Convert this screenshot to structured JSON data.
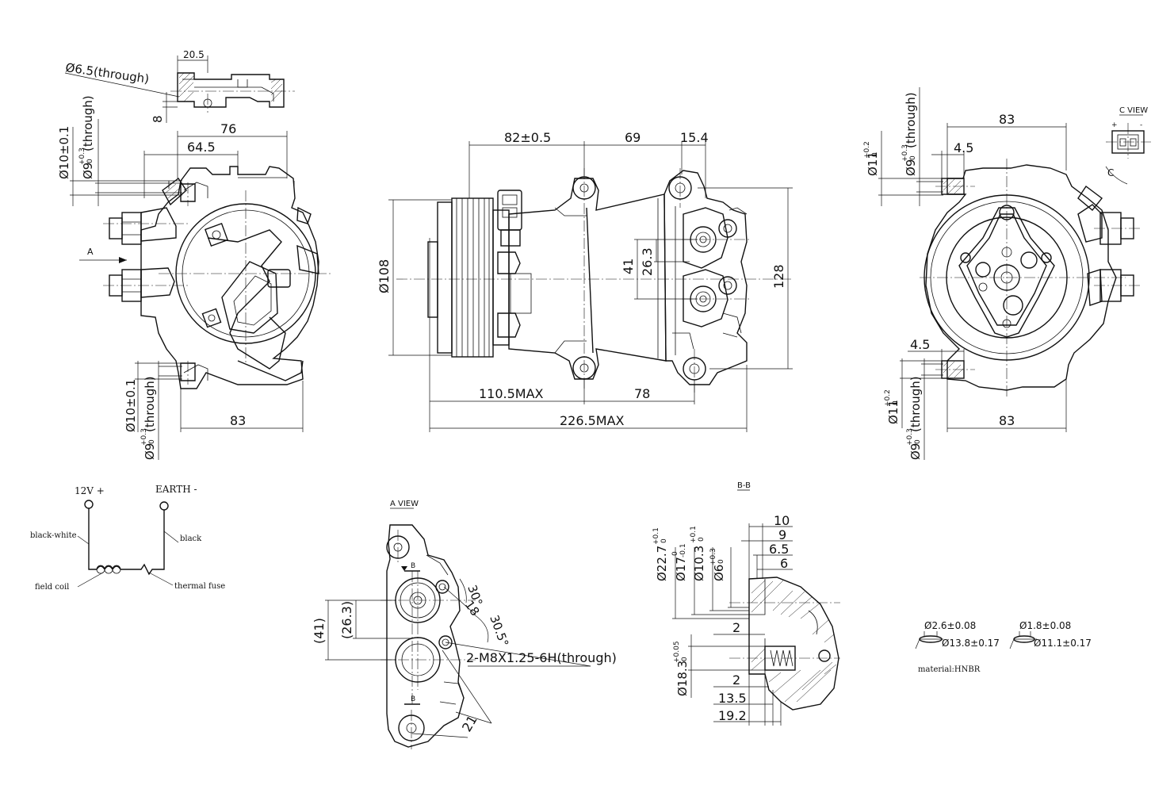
{
  "sheet": {
    "left_view": {
      "through_hole_top": "Ø6.5(through)",
      "width_20_5": "20.5",
      "height_8": "8",
      "width_76": "76",
      "width_64_5": "64.5",
      "width_83": "83",
      "dia10_top": "Ø10±0.1",
      "dia9_top": "Ø9",
      "dia9_top_tol": "+0.3",
      "dia9_top_tol0": "0",
      "dia9_top_suffix": "(through)",
      "dia10_bottom": "Ø10±0.1",
      "dia9_bottom": "Ø9",
      "dia9_bottom_tol": "+0.3",
      "dia9_bottom_tol0": "0",
      "dia9_bottom_suffix": "(through)",
      "arrow_label": "A"
    },
    "center_view": {
      "dim_82": "82±0.5",
      "dim_69": "69",
      "dim_15_4": "15.4",
      "dim_dia108": "Ø108",
      "dim_41": "41",
      "dim_26_3": "26.3",
      "dim_128": "128",
      "dim_110_5": "110.5MAX",
      "dim_78": "78",
      "dim_226_5": "226.5MAX"
    },
    "right_view": {
      "dim_83_top": "83",
      "dim_4_5_top": "4.5",
      "dim_4_5_bottom": "4.5",
      "dim_83_bottom": "83",
      "dia11_top": "Ø11",
      "dia11_top_tol": "+0.2",
      "dia11_top_tol0": "0",
      "dia9_top": "Ø9",
      "dia9_top_tol": "+0.3",
      "dia9_top_tol0": "0",
      "dia9_top_suffix": "(through)",
      "dia11_bottom": "Ø11",
      "dia11_bottom_tol": "+0.2",
      "dia11_bottom_tol0": "0",
      "dia9_bottom": "Ø9",
      "dia9_bottom_tol": "+0.3",
      "dia9_bottom_tol0": "0",
      "dia9_bottom_suffix": "(through)",
      "c_view_title": "C VIEW",
      "c_marker": "C",
      "c_plus": "+",
      "c_minus": "-"
    },
    "wiring": {
      "positive": "12V +",
      "earth": "EARTH -",
      "wire_left": "black-white",
      "wire_right": "black",
      "coil": "field coil",
      "fuse": "thermal fuse"
    },
    "a_view": {
      "title": "A VIEW",
      "dim_41": "(41)",
      "dim_26_3": "(26.3)",
      "angle_30": "30°",
      "dim_18": "18",
      "angle_30_5": "30.5°",
      "thread": "2-M8X1.25-6H(through)",
      "dim_21": "21",
      "section_b_top": "B",
      "section_b_bottom": "B"
    },
    "b_section": {
      "title": "B-B",
      "dim_10": "10",
      "dim_9": "9",
      "dim_6_5": "6.5",
      "dim_6": "6",
      "dim_2_top": "2",
      "dim_2_bottom": "2",
      "dim_13_5": "13.5",
      "dim_19_2": "19.2",
      "dia22_7": "Ø22.7",
      "dia22_7_tol": "+0.1",
      "dia22_7_tol0": "0",
      "dia17": "Ø17",
      "dia17_tol": "0",
      "dia17_tol2": "-0.1",
      "dia10_3": "Ø10.3",
      "dia10_3_tol": "+0.1",
      "dia10_3_tol0": "0",
      "dia6": "Ø6",
      "dia6_tol": "+0.3",
      "dia6_tol0": "0",
      "dia18_3": "Ø18.3",
      "dia18_3_tol": "+0.05",
      "dia18_3_tol0": "0"
    },
    "orings": {
      "ring1_section": "Ø2.6±0.08",
      "ring1_inner": "Ø13.8±0.17",
      "ring2_section": "Ø1.8±0.08",
      "ring2_inner": "Ø11.1±0.17",
      "material": "material:HNBR"
    }
  }
}
